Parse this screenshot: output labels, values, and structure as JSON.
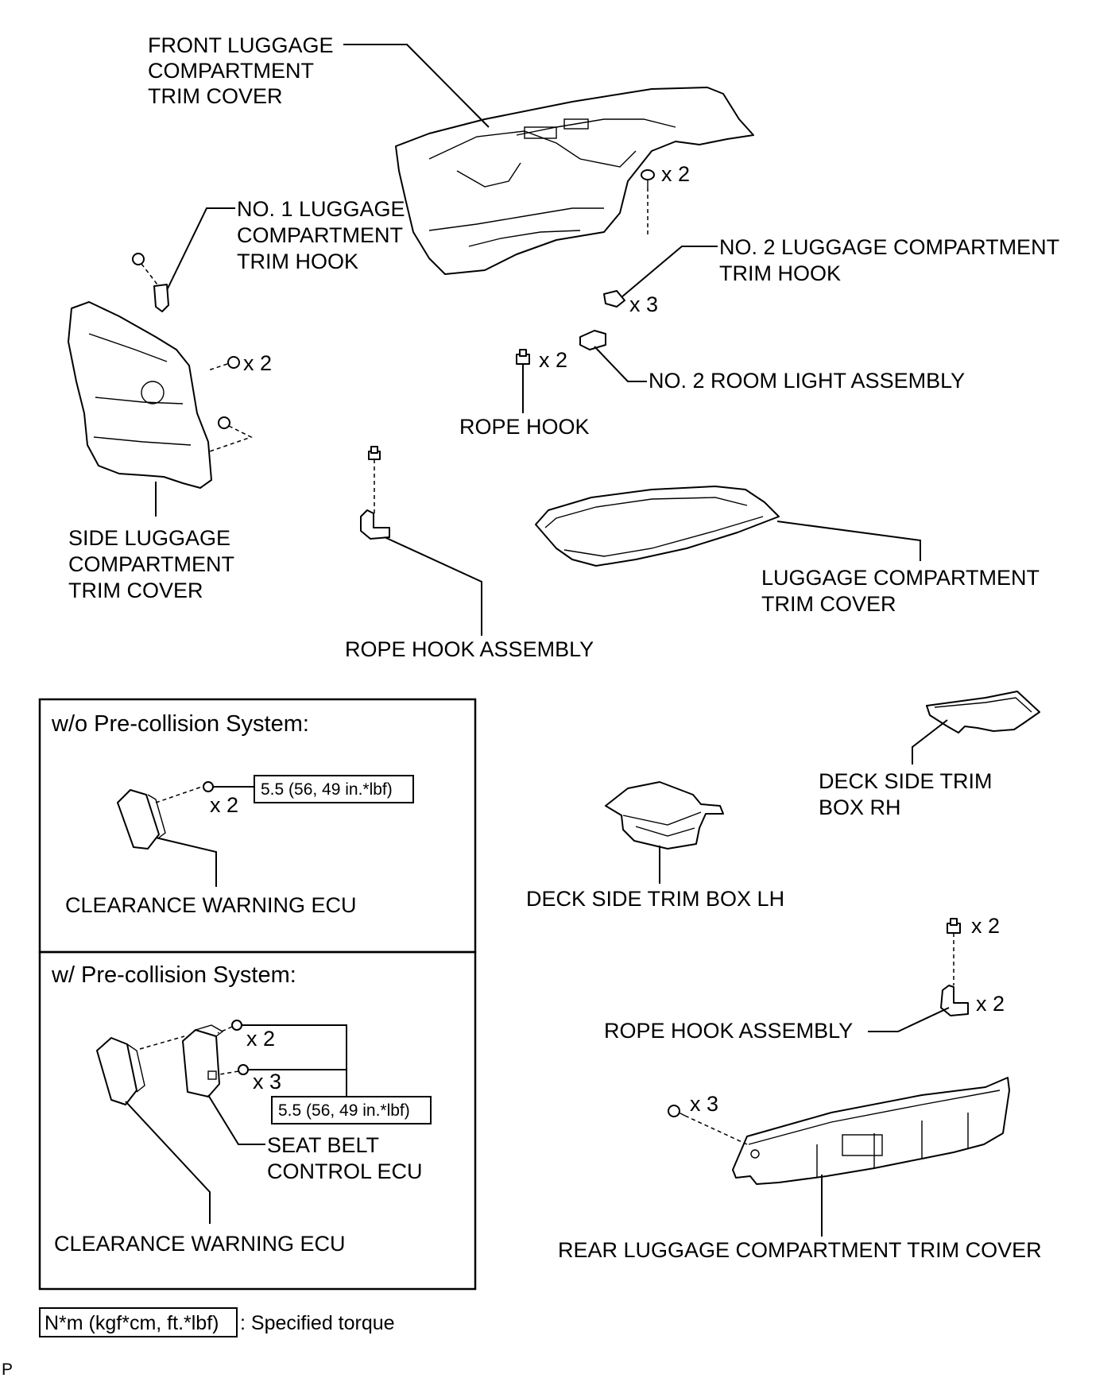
{
  "labels": {
    "front_trim_cover": [
      "FRONT LUGGAGE",
      "COMPARTMENT",
      "TRIM COVER"
    ],
    "no1_trim_hook": [
      "NO. 1 LUGGAGE",
      "COMPARTMENT",
      "TRIM HOOK"
    ],
    "no2_trim_hook": [
      "NO. 2 LUGGAGE COMPARTMENT",
      "TRIM HOOK"
    ],
    "no2_room_light": "NO. 2 ROOM LIGHT ASSEMBLY",
    "rope_hook": "ROPE HOOK",
    "side_trim_cover": [
      "SIDE LUGGAGE",
      "COMPARTMENT",
      "TRIM COVER"
    ],
    "trim_cover": [
      "LUGGAGE COMPARTMENT",
      "TRIM COVER"
    ],
    "rope_hook_assembly_upper": "ROPE HOOK ASSEMBLY",
    "deck_box_rh": [
      "DECK SIDE TRIM",
      "BOX RH"
    ],
    "deck_box_lh": "DECK SIDE TRIM BOX LH",
    "rope_hook_assembly_lower": "ROPE HOOK ASSEMBLY",
    "rear_trim_cover": "REAR LUGGAGE COMPARTMENT TRIM COVER"
  },
  "quantities": {
    "front_clip": "x 2",
    "no2_hook": "x 3",
    "side_bolt": "x 2",
    "rope_hook": "x 2",
    "lower_rope_bolt": "x 2",
    "lower_rope_hook": "x 2",
    "rear_clip": "x 3"
  },
  "box_without": {
    "title": "w/o Pre-collision System:",
    "nut_qty": "x 2",
    "torque": "5.5 (56, 49 in.*lbf)",
    "ecu_label": "CLEARANCE WARNING ECU"
  },
  "box_with": {
    "title": "w/ Pre-collision System:",
    "nut_qty_a": "x 2",
    "nut_qty_b": "x 3",
    "torque": "5.5 (56, 49 in.*lbf)",
    "seat_belt_ecu": [
      "SEAT BELT",
      "CONTROL ECU"
    ],
    "ecu_label": "CLEARANCE WARNING ECU"
  },
  "legend": {
    "unit": "N*m (kgf*cm, ft.*lbf)",
    "meaning": ": Specified torque"
  },
  "corner_code": "P"
}
